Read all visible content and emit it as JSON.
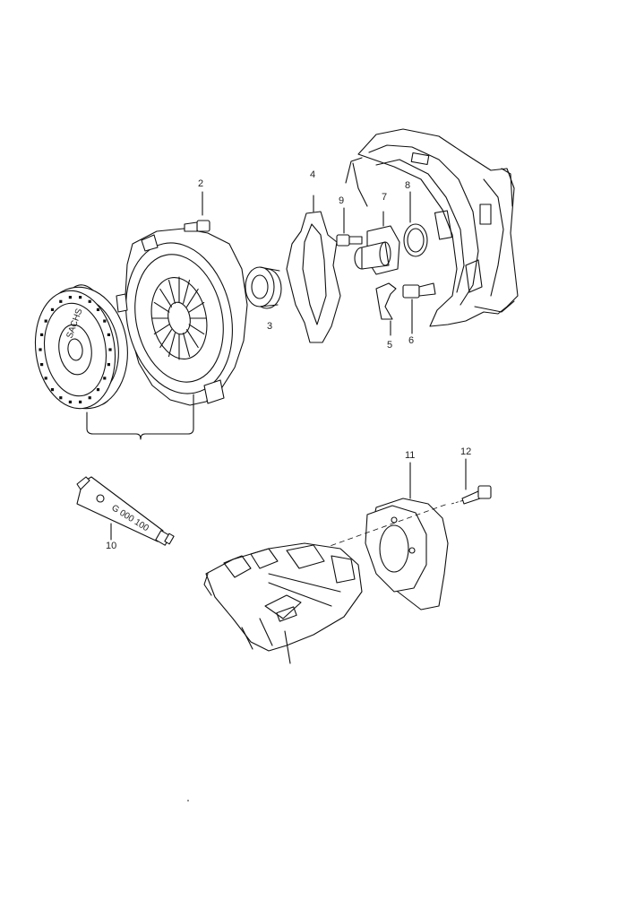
{
  "parts": {
    "p2": "2",
    "p3": "3",
    "p4": "4",
    "p5": "5",
    "p6": "6",
    "p7": "7",
    "p8": "8",
    "p9": "9",
    "p10": "10",
    "p11": "11",
    "p12": "12"
  },
  "tube_label": "G 000 100",
  "disc_label": "SACHS",
  "icons": {
    "clutch_disc": "clutch-disc-icon",
    "pressure_plate": "pressure-plate-icon",
    "release_bearing": "release-bearing-icon",
    "gasket": "gasket-icon",
    "guide_sleeve": "guide-sleeve-icon",
    "seal_ring": "seal-ring-icon",
    "gearbox_housing": "gearbox-housing-icon",
    "grease_tube": "grease-tube-icon",
    "engine_cover": "engine-cover-icon",
    "engine_block": "engine-block-icon"
  }
}
